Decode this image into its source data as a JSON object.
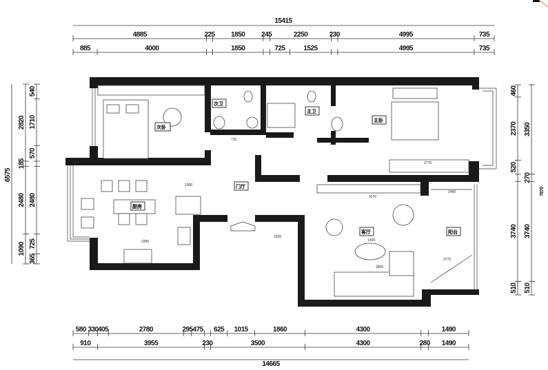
{
  "rooms": {
    "second_bedroom": "次卧",
    "second_bath": "次卫",
    "master_bath": "主卫",
    "master_bedroom": "主卧",
    "foyer": "门厅",
    "kitchen": "厨房",
    "living_room": "客厅",
    "balcony": "阳台"
  },
  "interior_dims": {
    "bath_door": "710",
    "kitchen_counter": "1300",
    "entry_cabinet": "1200",
    "living_tv": "3270",
    "coffee_table": "1300",
    "sofa": "2800",
    "master_desk": "2770",
    "balcony_top": "1490",
    "balcony_depth": "3770",
    "kitchen_table": "2280"
  },
  "dimensions": {
    "top_total": "15415",
    "top_row1": [
      {
        "v": 4885,
        "label": "4885"
      },
      {
        "v": 225,
        "label": "225"
      },
      {
        "v": 1850,
        "label": "1850"
      },
      {
        "v": 245,
        "label": "245"
      },
      {
        "v": 2250,
        "label": "2250"
      },
      {
        "v": 230,
        "label": "230"
      },
      {
        "v": 4995,
        "label": "4995"
      },
      {
        "v": 735,
        "label": "735"
      }
    ],
    "top_row2": [
      {
        "v": 885,
        "label": "885"
      },
      {
        "v": 4000,
        "label": "4000"
      },
      {
        "v": 225,
        "label": ""
      },
      {
        "v": 1850,
        "label": "1850"
      },
      {
        "v": 245,
        "label": ""
      },
      {
        "v": 725,
        "label": "725"
      },
      {
        "v": 1525,
        "label": "1525"
      },
      {
        "v": 230,
        "label": ""
      },
      {
        "v": 4995,
        "label": "4995"
      },
      {
        "v": 735,
        "label": "735"
      }
    ],
    "bottom_row1": [
      {
        "v": 580,
        "label": "580"
      },
      {
        "v": 330,
        "label": "330"
      },
      {
        "v": 405,
        "label": "405"
      },
      {
        "v": 2780,
        "label": "2780"
      },
      {
        "v": 295,
        "label": "295"
      },
      {
        "v": 475,
        "label": "475"
      },
      {
        "v": 230,
        "label": ""
      },
      {
        "v": 625,
        "label": "625"
      },
      {
        "v": 1015,
        "label": "1015"
      },
      {
        "v": 1860,
        "label": "1860"
      },
      {
        "v": 4300,
        "label": "4300"
      },
      {
        "v": 280,
        "label": ""
      },
      {
        "v": 1490,
        "label": "1490"
      }
    ],
    "bottom_row2": [
      {
        "v": 910,
        "label": "910"
      },
      {
        "v": 3955,
        "label": "3955"
      },
      {
        "v": 230,
        "label": "230"
      },
      {
        "v": 3500,
        "label": "3500"
      },
      {
        "v": 4300,
        "label": "4300"
      },
      {
        "v": 280,
        "label": "280"
      },
      {
        "v": 1490,
        "label": "1490"
      }
    ],
    "bottom_total": "14665",
    "left_total": "6575",
    "left_outer": [
      {
        "v": 2820,
        "label": "2820"
      },
      {
        "v": 185,
        "label": "185"
      },
      {
        "v": 2480,
        "label": "2480"
      },
      {
        "v": 1090,
        "label": "1090"
      }
    ],
    "left_inner": [
      {
        "v": 540,
        "label": "540"
      },
      {
        "v": 1710,
        "label": "1710"
      },
      {
        "v": 570,
        "label": "570"
      },
      {
        "v": 185,
        "label": ""
      },
      {
        "v": 2480,
        "label": "2480"
      },
      {
        "v": 725,
        "label": "725"
      },
      {
        "v": 365,
        "label": "365"
      }
    ],
    "right_inner": [
      {
        "v": 460,
        "label": "460"
      },
      {
        "v": 2370,
        "label": "2370"
      },
      {
        "v": 520,
        "label": "520"
      },
      {
        "v": 270,
        "label": ""
      },
      {
        "v": 3740,
        "label": "3740"
      },
      {
        "v": 510,
        "label": "510"
      }
    ],
    "right_outer": [
      {
        "v": 3350,
        "label": "3350"
      },
      {
        "v": 270,
        "label": "270"
      },
      {
        "v": 3740,
        "label": "3740"
      },
      {
        "v": 510,
        "label": "510"
      }
    ],
    "right_total": "7870"
  },
  "colors": {
    "wall": "#1a1a1a",
    "compass": "#c8825a"
  }
}
